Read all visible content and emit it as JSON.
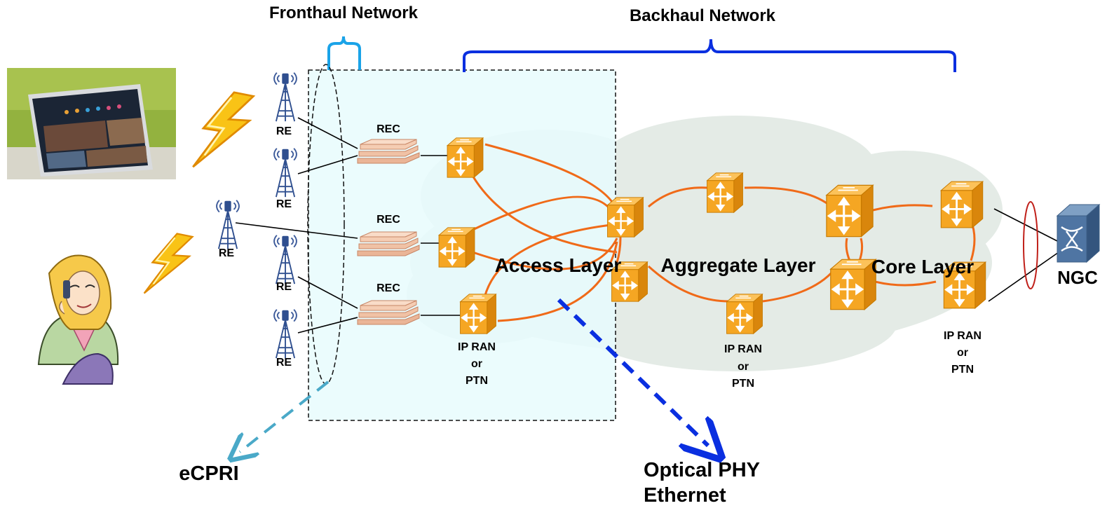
{
  "headers": {
    "fronthaul": "Fronthaul Network",
    "backhaul": "Backhaul Network"
  },
  "nodes": {
    "re_label": "RE",
    "rec_label": "REC",
    "ngc_label": "NGC",
    "ipran_line1": "IP RAN",
    "ipran_line2": "or",
    "ipran_line3": "PTN"
  },
  "layers": {
    "access": "Access Layer",
    "aggregate": "Aggregate Layer",
    "core": "Core Layer"
  },
  "callouts": {
    "ecpri": "eCPRI",
    "optical_line1": "Optical PHY",
    "optical_line2": "Ethernet"
  },
  "colors": {
    "fronthaul_brace": "#1aa3e8",
    "backhaul_brace": "#0a2fe0",
    "ring": "#f06a18",
    "router": "#f5a623",
    "fronthaul_box": "#e8fbfd",
    "ecpri_arrow": "#4aa9c8",
    "optical_arrow": "#0a2fe0",
    "cloud": "#e4ebe6"
  },
  "icons": {
    "tower": "radio-tower-icon",
    "rec": "baseband-unit-icon",
    "router": "router-icon",
    "ngc": "core-switch-icon",
    "lightning": "lightning-icon",
    "tablet": "tablet-photo",
    "user": "phone-user-illustration"
  }
}
